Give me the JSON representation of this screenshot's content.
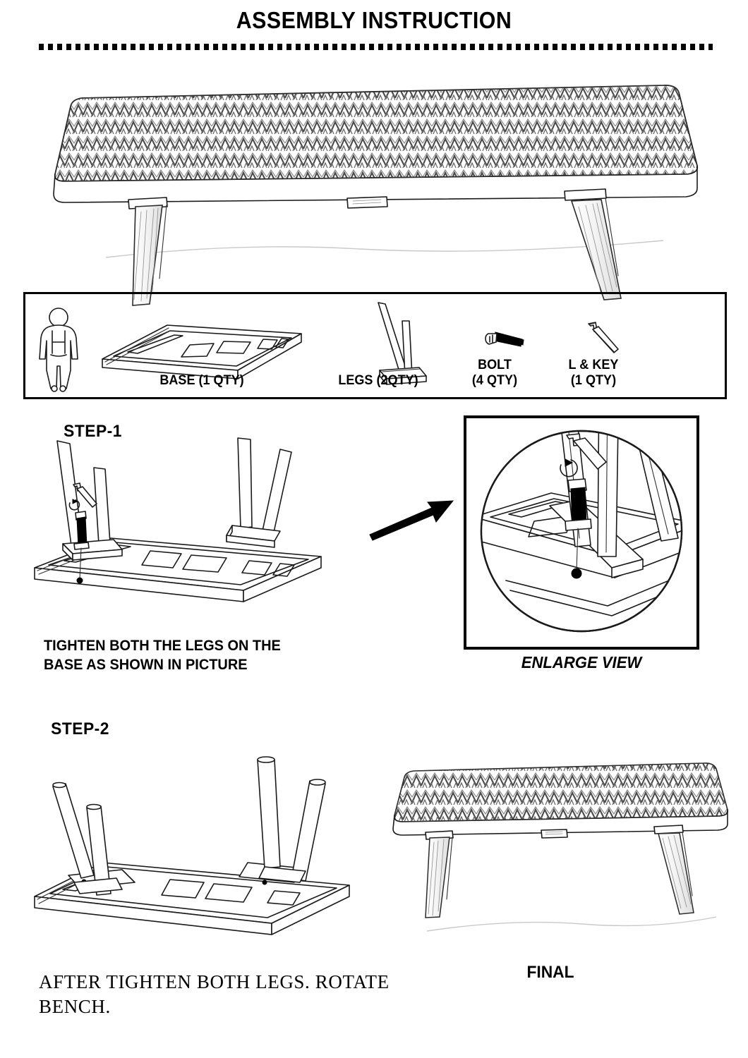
{
  "document": {
    "title": "ASSEMBLY INSTRUCTION",
    "divider": "dotted-square-rule"
  },
  "hero": {
    "name": "assembled-bench-illustration",
    "description": "Upholstered bench with chevron kilim pattern seat and four splayed tapered wooden legs"
  },
  "parts_box": {
    "person_icon_label": "one-person-assembly",
    "parts": [
      {
        "id": "base",
        "label": "BASE (1 QTY)",
        "qty": 1,
        "icon": "base-panel-icon"
      },
      {
        "id": "legs",
        "label": "LEGS (2QTY)",
        "qty": 2,
        "icon": "leg-pair-icon"
      },
      {
        "id": "bolt",
        "label": "BOLT\n(4 QTY)",
        "qty": 4,
        "icon": "bolt-icon"
      },
      {
        "id": "lkey",
        "label": "L & KEY\n(1 QTY)",
        "qty": 1,
        "icon": "allen-key-icon"
      }
    ]
  },
  "step1": {
    "heading": "STEP-1",
    "caption": "TIGHTEN BOTH THE LEGS ON THE\nBASE AS SHOWN IN PICTURE",
    "arrow": "arrow-to-enlarge-view"
  },
  "enlarge": {
    "label": "ENLARGE VIEW",
    "description": "Circular magnified detail of bolt and allen key fastening a leg to the base rail"
  },
  "step2": {
    "heading": "STEP-2",
    "caption": "AFTER TIGHTEN BOTH LEGS. ROTATE\nBENCH."
  },
  "final": {
    "label": "FINAL",
    "description": "Completed bench standing upright"
  },
  "colors": {
    "ink": "#000000",
    "line": "#1a1a1a",
    "grain": "#8c8c8c",
    "paper": "#ffffff"
  }
}
